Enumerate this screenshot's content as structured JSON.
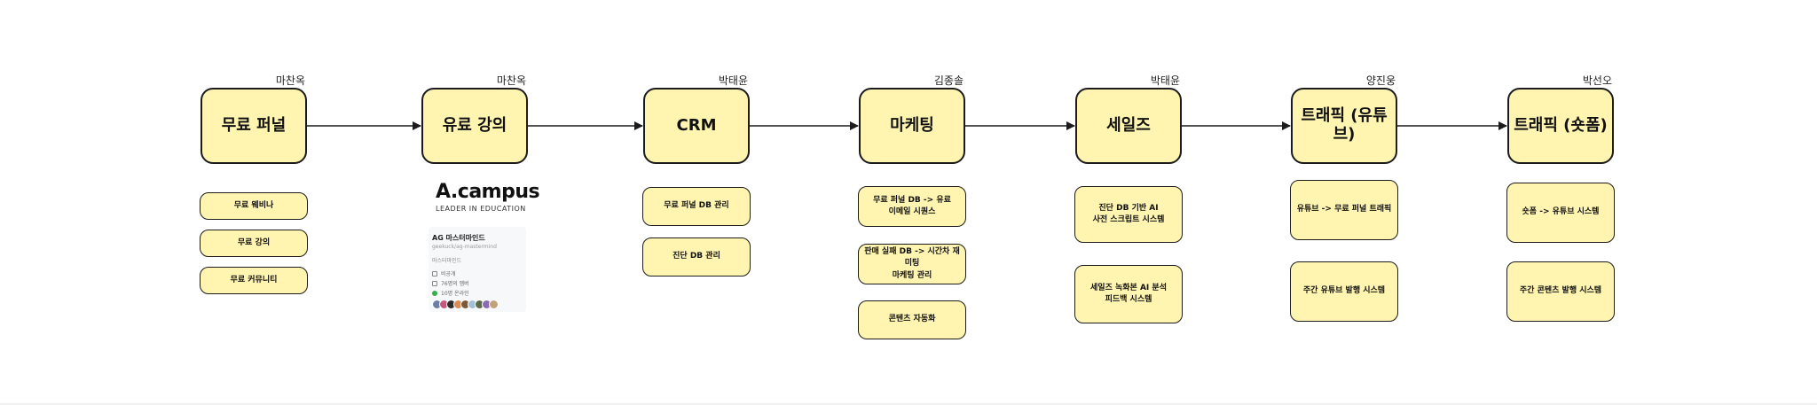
{
  "stages": [
    {
      "label": "무료 퍼널",
      "owner": "마찬옥",
      "subs": [
        "무료 웨비나",
        "무료 강의",
        "무료 커뮤니티"
      ]
    },
    {
      "label": "유료 강의",
      "owner": "마찬옥",
      "subs": []
    },
    {
      "label": "CRM",
      "owner": "박태윤",
      "subs": [
        "무료 퍼널 DB 관리",
        "진단 DB 관리"
      ]
    },
    {
      "label": "마케팅",
      "owner": "김종솔",
      "subs": [
        "무료 퍼널 DB -> 유료\n이메일 시퀀스",
        "판매 실패 DB -> 시간차 재미팅\n마케팅 관리",
        "콘텐츠 자동화"
      ]
    },
    {
      "label": "세일즈",
      "owner": "박태윤",
      "subs": [
        "진단 DB 기반 AI\n사전 스크립트 시스템",
        "세일즈 녹화본 AI 분석\n피드백 시스템"
      ]
    },
    {
      "label": "트래픽 (유튜브)",
      "owner": "양진웅",
      "subs": [
        "유튜브 -> 무료 퍼널 트래픽",
        "주간 유튜브 발행 시스템"
      ]
    },
    {
      "label": "트래픽 (숏폼)",
      "owner": "박선오",
      "subs": [
        "숏폼 -> 유튜브 시스템",
        "주간 콘텐츠 발행 시스템"
      ]
    }
  ],
  "campus": {
    "logo_text": "A.campus",
    "tagline": "LEADER IN EDUCATION",
    "card_title": "AG 마스터마인드",
    "card_url": "geekuck/ag-mastermind",
    "card_desc": "마스터마인드",
    "row_private": "비공개",
    "row_members": "76명의 멤버",
    "row_online": "10명 온라인",
    "avatar_colors": [
      "#6b7fa8",
      "#c45a7a",
      "#2b2b2b",
      "#d88c5a",
      "#7a5a3a",
      "#a3c1d6",
      "#5a6b4a",
      "#8a6ab0",
      "#c2a27a"
    ]
  }
}
